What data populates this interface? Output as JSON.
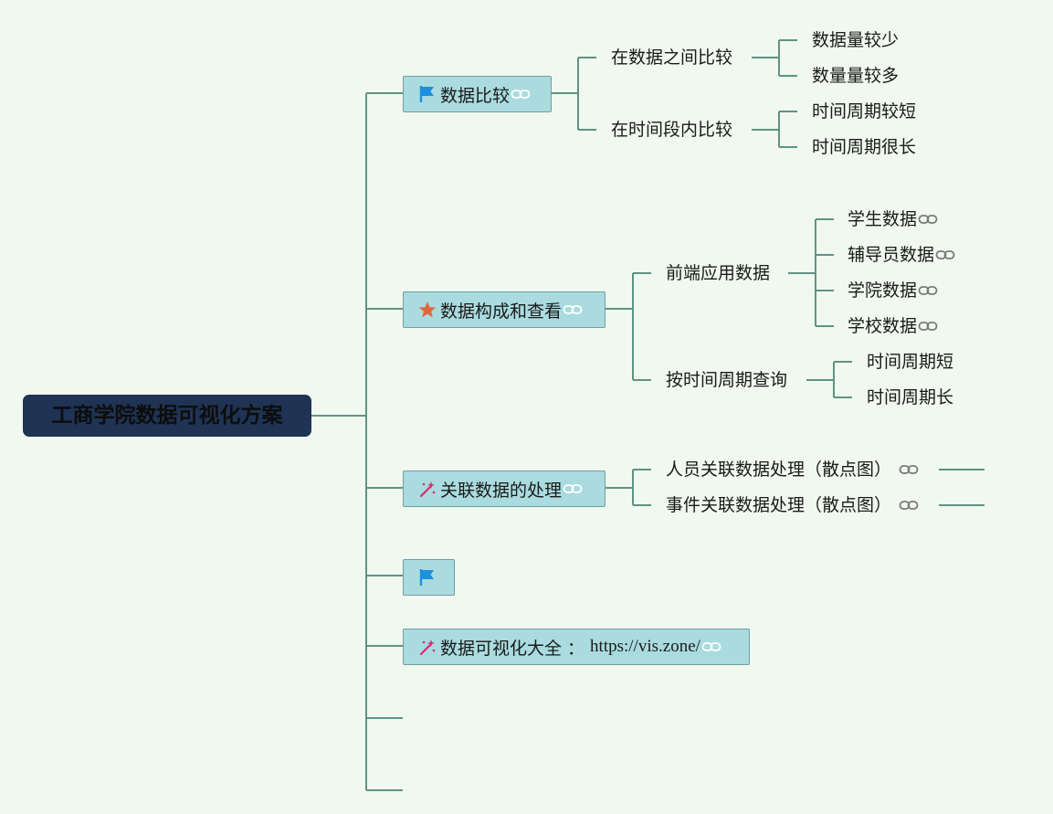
{
  "root": {
    "label": "工商学院数据可视化方案"
  },
  "branches": {
    "compare": {
      "label": "数据比较",
      "icon": "flag-icon",
      "sub": [
        {
          "label": "在数据之间比较",
          "leaves": [
            "数据量较少",
            "数量量较多"
          ]
        },
        {
          "label": "在时间段内比较",
          "leaves": [
            "时间周期较短",
            "时间周期很长"
          ]
        }
      ]
    },
    "composition": {
      "label": "数据构成和查看",
      "icon": "star-icon",
      "sub": [
        {
          "label": "前端应用数据",
          "leaves": [
            "学生数据",
            "辅导员数据",
            "学院数据",
            "学校数据"
          ]
        },
        {
          "label": "按时间周期查询",
          "leaves": [
            "时间周期短",
            "时间周期长"
          ]
        }
      ]
    },
    "relation": {
      "label": "关联数据的处理",
      "icon": "magic-wand-icon",
      "sub": [
        {
          "label": "人员关联数据处理（散点图）"
        },
        {
          "label": "事件关联数据处理（散点图）"
        }
      ]
    },
    "flag_only": {
      "icon": "flag-icon"
    },
    "resources": {
      "label": "数据可视化大全 ：",
      "url": "https://vis.zone/",
      "icon": "magic-wand-icon"
    }
  },
  "colors": {
    "background": "#f1f8ef",
    "root_fill": "#1f3354",
    "node_fill": "#a9dbdf",
    "connector": "#5f9384",
    "flag": "#1e90e0",
    "star": "#e0673c",
    "wand": "#d62d74"
  }
}
